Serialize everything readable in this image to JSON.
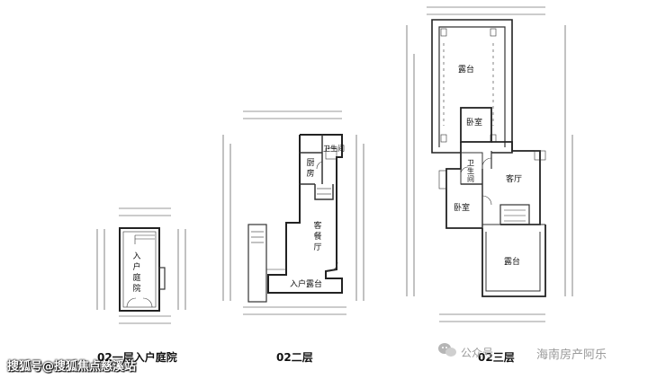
{
  "plans": {
    "ground": {
      "caption": "02一层入户庭院",
      "rooms": {
        "entry_courtyard": "入户庭院"
      }
    },
    "second": {
      "caption": "02二层",
      "rooms": {
        "bathroom": "卫生间",
        "kitchen": "厨房",
        "living_dining": "客餐厅",
        "entry_terrace": "入户露台"
      }
    },
    "third": {
      "caption": "02三层",
      "rooms": {
        "terrace_top": "露台",
        "bedroom_top": "卧室",
        "bathroom": "卫生间",
        "living": "客厅",
        "bedroom_left": "卧室",
        "terrace_bottom": "露台"
      }
    }
  },
  "watermarks": {
    "left": "搜狐号@搜狐焦点慈溪站",
    "public_account": "公众号",
    "brand": "海南房产阿乐"
  }
}
